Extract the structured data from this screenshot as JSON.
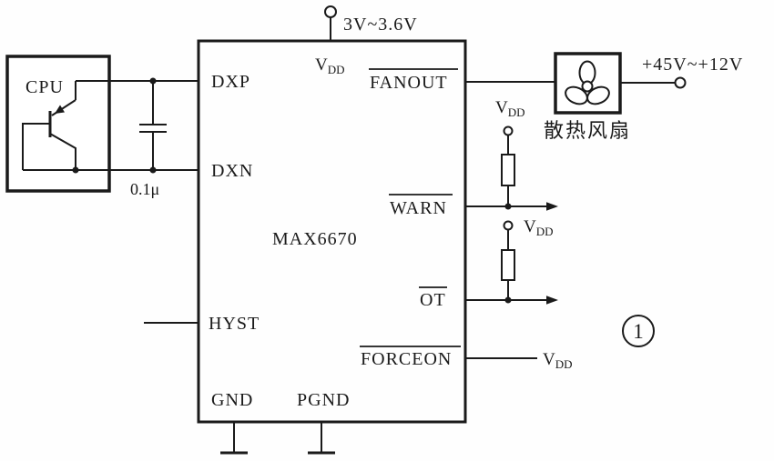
{
  "colors": {
    "ink": "#1a1a1a",
    "background": "#fefefe"
  },
  "figure": {
    "number": "1"
  },
  "cpu": {
    "label": "CPU"
  },
  "capacitor": {
    "value": "0.1μ"
  },
  "supply": {
    "main_range": "3V~3.6V",
    "fan_range": "+45V~+12V"
  },
  "vdd": {
    "main": "V",
    "sub": "DD"
  },
  "chip": {
    "part_number": "MAX6670",
    "pins": {
      "dxp": "DXP",
      "dxn": "DXN",
      "hyst": "HYST",
      "gnd": "GND",
      "pgnd": "PGND",
      "fanout": "FANOUT",
      "warn": "WARN",
      "ot": "OT",
      "forceon": "FORCEON"
    }
  },
  "fan": {
    "label": "散热风扇"
  }
}
